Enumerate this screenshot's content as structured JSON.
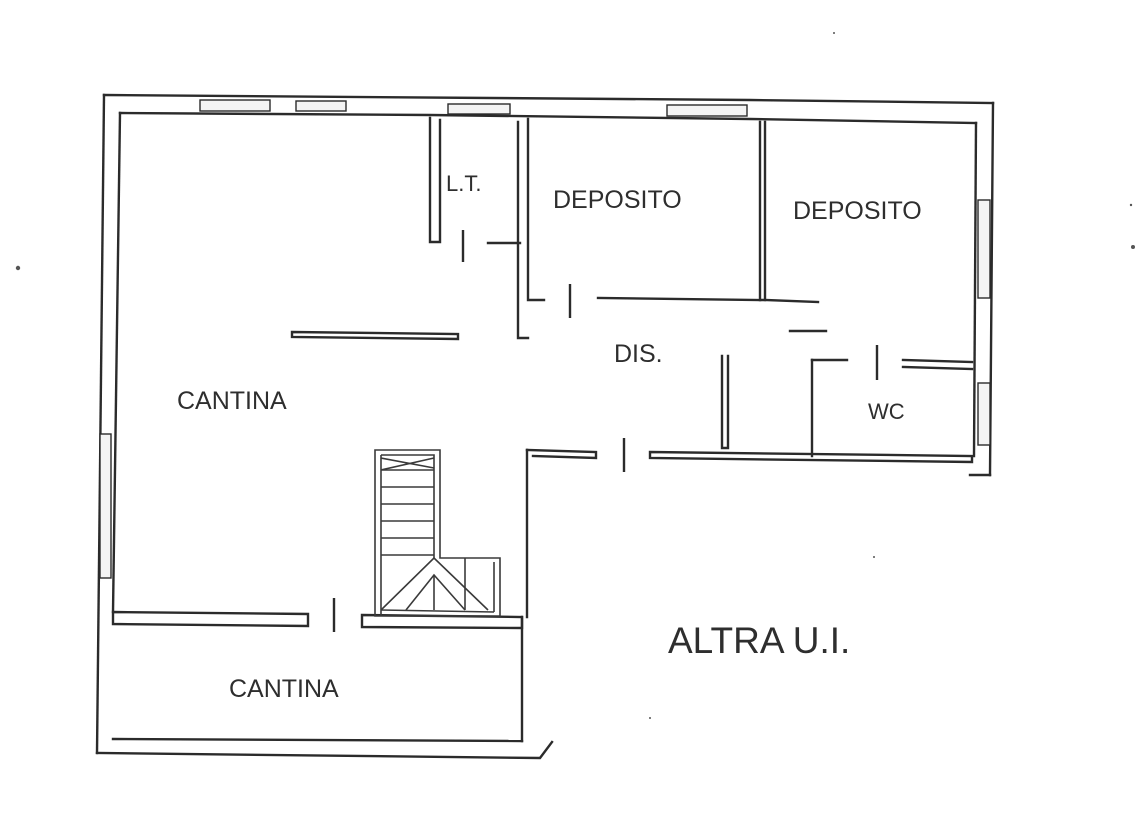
{
  "rooms": {
    "lt": "L.T.",
    "deposito_1": "DEPOSITO",
    "deposito_2": "DEPOSITO",
    "cantina_main": "CANTINA",
    "dis": "DIS.",
    "wc": "WC",
    "cantina_lower": "CANTINA",
    "altra_ui": "ALTRA U.I."
  },
  "colors": {
    "line": "#2b2b2b",
    "text": "#2e2e2e",
    "background": "#ffffff"
  }
}
